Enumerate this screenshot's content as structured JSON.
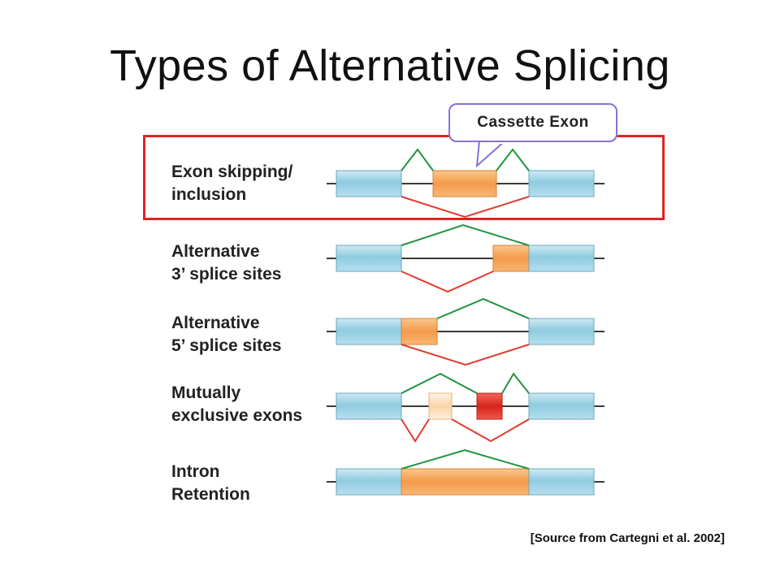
{
  "slide": {
    "title": "Types of Alternative Splicing",
    "callout": "Cassette Exon",
    "source": "[Source from Cartegni et al. 2002]"
  },
  "rows": [
    {
      "line1": "Exon skipping/",
      "line2": "inclusion"
    },
    {
      "line1": "Alternative",
      "line2": "3’ splice sites"
    },
    {
      "line1": "Alternative",
      "line2": "5’ splice sites"
    },
    {
      "line1": "Mutually",
      "line2": "exclusive exons"
    },
    {
      "line1": "Intron",
      "line2": "Retention"
    }
  ],
  "colors": {
    "constitutive_exon": "#9fd4e6",
    "alternative_exon": "#f7a860",
    "mutually_exclusive_exon_red": "#e0302a",
    "inclusion_path": "#1f9440",
    "skipping_path": "#e23a2e",
    "highlight_box": "#e02424",
    "callout_border": "#8a6fd6"
  }
}
